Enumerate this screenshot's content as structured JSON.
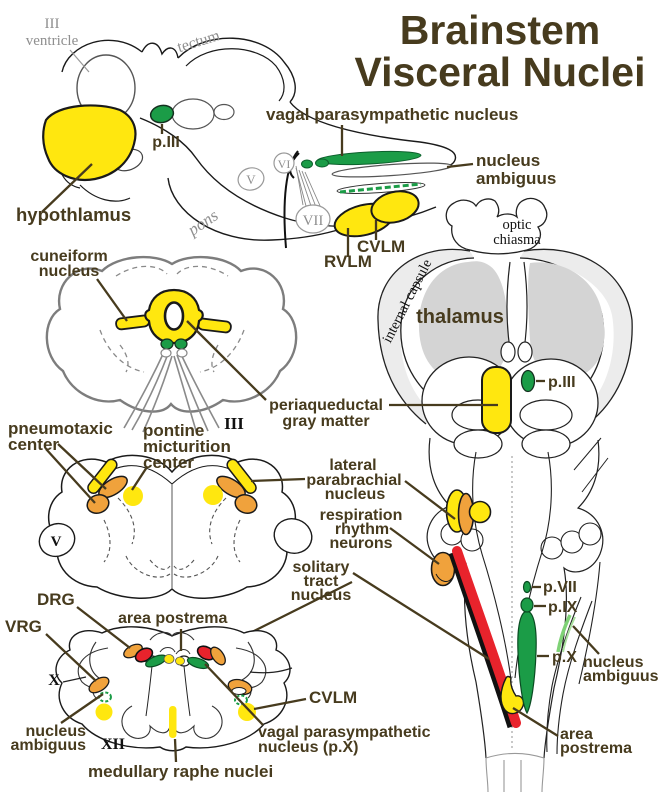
{
  "title": {
    "line1": "Brainstem",
    "line2": "Visceral Nuclei"
  },
  "sagittal": {
    "third_ventricle_1": "III",
    "third_ventricle_2": "ventricle",
    "tectum": "tectum",
    "p3": "p.III",
    "hypothalamus": "hypothlamus",
    "pons": "pons",
    "cn5": "V",
    "cn6": "VI",
    "cn7": "VII",
    "vagal": "vagal parasympathetic nucleus",
    "na1": "nucleus",
    "na2": "ambiguus",
    "cvlm": "CVLM",
    "rvlm": "RVLM"
  },
  "midbrain": {
    "cuneiform1": "cuneiform",
    "cuneiform2": "nucleus",
    "pag1": "periaqueductal",
    "pag2": "gray matter",
    "cn3": "III"
  },
  "coronal": {
    "optic1": "optic",
    "optic2": "chiasma",
    "internal_capsule": "internal capsule",
    "thalamus": "thalamus",
    "p3": "p.III"
  },
  "pons_section": {
    "pneumotaxic1": "pneumotaxic",
    "pneumotaxic2": "center",
    "micturition1": "pontine",
    "micturition2": "micturition",
    "micturition3": "center",
    "cn5": "V",
    "parabrachial1": "lateral",
    "parabrachial2": "parabrachial",
    "parabrachial3": "nucleus",
    "respiration1": "respiration",
    "respiration2": "rhythm",
    "respiration3": "neurons",
    "solitary1": "solitary",
    "solitary2": "tract",
    "solitary3": "nucleus"
  },
  "medulla": {
    "drg": "DRG",
    "vrg": "VRG",
    "cn10": "X",
    "cn12": "XII",
    "na1": "nucleus",
    "na2": "ambiguus",
    "area_postrema": "area postrema",
    "cvlm": "CVLM",
    "vagal1": "vagal parasympathetic",
    "vagal2": "nucleus (p.X)",
    "raphe": "medullary raphe nuclei"
  },
  "dorsal": {
    "p7": "p.VII",
    "p9": "p.IX",
    "p10": "p.X",
    "na1": "nucleus",
    "na2": "ambiguus",
    "ap1": "area",
    "ap2": "postrema"
  },
  "colors": {
    "yellow": "#ffe70f",
    "green": "#1b9c47",
    "light_green": "#7fd276",
    "orange": "#f0a23c",
    "red": "#e8232c",
    "label_brown": "#473b1e",
    "gray_text": "#8f8f8f",
    "thalamus_gray": "#d4d4d4",
    "capsule_gray": "#ececec"
  }
}
